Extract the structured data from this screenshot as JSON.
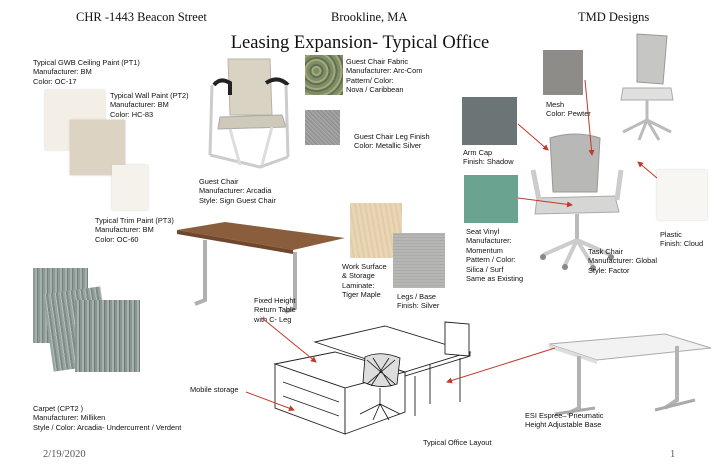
{
  "header": {
    "left": "CHR -1443 Beacon Street",
    "center": "Brookline, MA",
    "right": "TMD Designs"
  },
  "title": "Leasing Expansion- Typical Office",
  "labels": {
    "ceiling": [
      "Typical GWB Ceiling Paint (PT1)",
      "Manufacturer: BM",
      "Color: OC-17"
    ],
    "wall": [
      "Typical Wall Paint (PT2)",
      "Manufacturer: BM",
      "Color: HC-83"
    ],
    "trim": [
      "Typical Trim Paint (PT3)",
      "Manufacturer: BM",
      "Color: OC-60"
    ],
    "guest_chair": [
      "Guest Chair",
      "Manufacturer: Arcadia",
      "Style: Sign Guest Chair"
    ],
    "guest_fabric": [
      "Guest Chair Fabric",
      "Manufacturer: Arc-Com",
      "Pattern/ Color:",
      "Nova / Caribbean"
    ],
    "leg_finish": [
      "Guest Chair Leg Finish",
      "Color: Metallic Silver"
    ],
    "mesh": [
      "Mesh",
      "Color: Pewter"
    ],
    "arm_cap": [
      "Arm Cap",
      "Finish: Shadow"
    ],
    "seat_vinyl": [
      "Seat Vinyl",
      "Manufacturer:",
      "Momentum",
      "Pattern / Color:",
      "Silica / Surf",
      "Same as Existing"
    ],
    "plastic": [
      "Plastic",
      "Finish: Cloud"
    ],
    "task_chair": [
      "Task Chair",
      "Manufacturer: Global",
      "Style: Factor"
    ],
    "work_surface": [
      "Work Surface",
      "& Storage",
      "Laminate:",
      "Tiger Maple"
    ],
    "legs_base": [
      "Legs / Base",
      "Finish: Silver"
    ],
    "fixed_table": [
      "Fixed Height",
      "Return Table",
      "with C- Leg"
    ],
    "mobile_storage": [
      "Mobile storage"
    ],
    "carpet": [
      "Carpet (CPT2 )",
      "Manufacturer: Milliken",
      "Style / Color: Arcadia- Undercurrent / Verdent"
    ],
    "office_layout": [
      "Typical Office Layout"
    ],
    "esi": [
      "ESI Espree– Pneumatic",
      "Height Adjustable Base"
    ]
  },
  "colors": {
    "ceiling": "#f3efe7",
    "wall": "#ddd3c2",
    "trim": "#f4f2ea",
    "mesh": "#8e8c88",
    "arm_cap": "#6c7576",
    "seat_vinyl": "#6aa38f",
    "plastic": "#f7f6f2",
    "maple": "#e9d6b6",
    "legs": "#b6b6b4",
    "fabric": "#8a9870",
    "leg_finish": "#9c9c9c",
    "carpet": "#8e9a96",
    "arrow": "#c0392b"
  },
  "footer": {
    "date": "2/19/2020",
    "page": "1"
  }
}
